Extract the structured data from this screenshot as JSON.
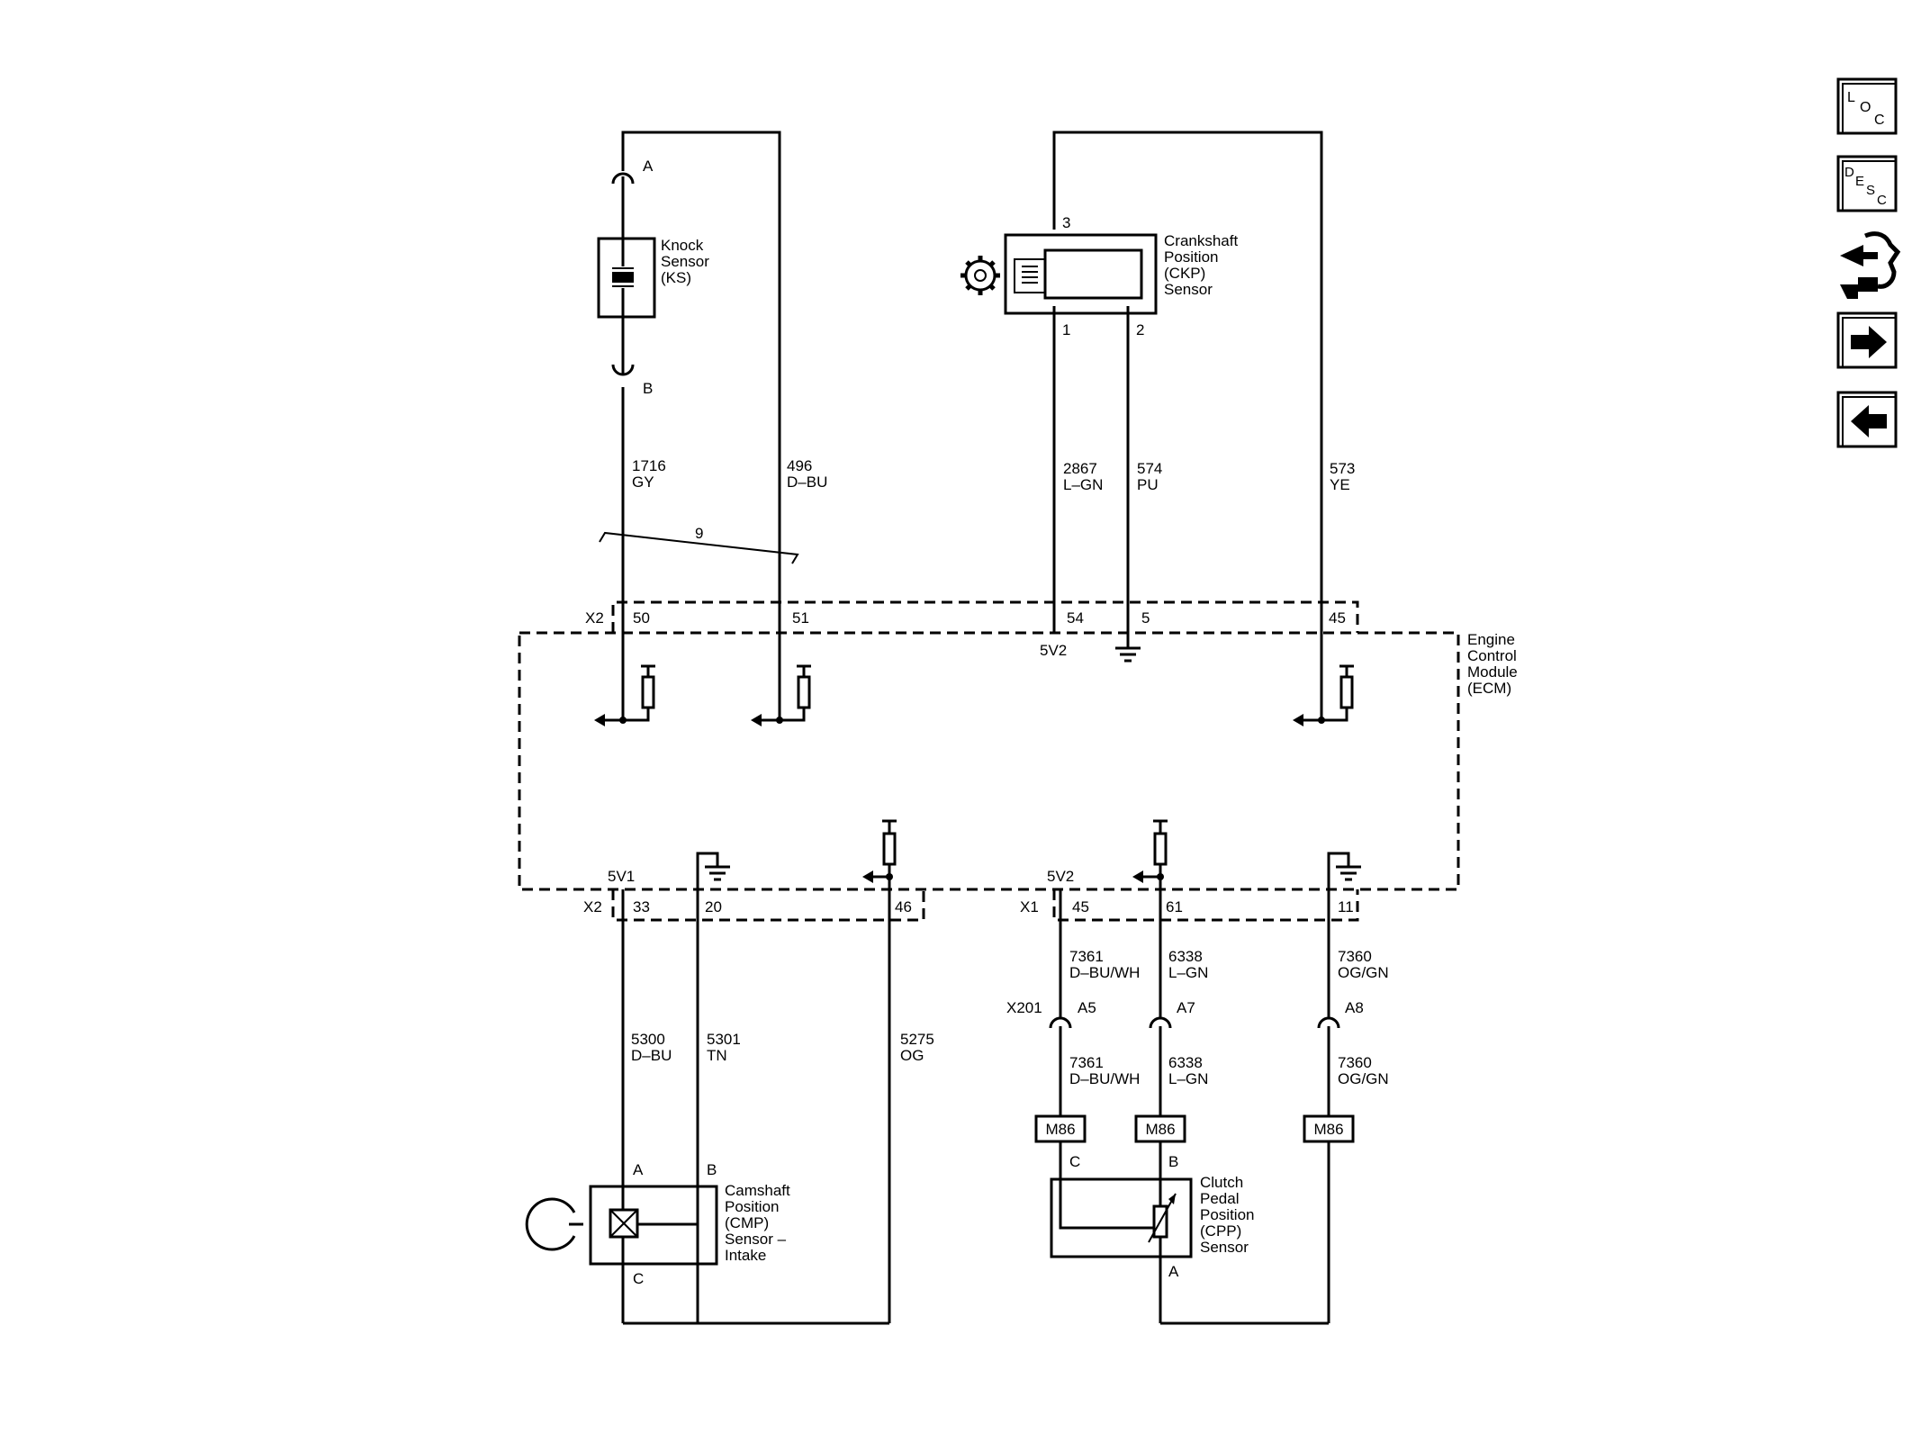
{
  "knock_sensor": {
    "name_lines": [
      "Knock",
      "Sensor",
      "(KS)"
    ],
    "pin_a": "A",
    "pin_b": "B"
  },
  "ckp_sensor": {
    "name_lines": [
      "Crankshaft",
      "Position",
      "(CKP)",
      "Sensor"
    ],
    "pin_3": "3",
    "pin_1": "1",
    "pin_2": "2"
  },
  "cmp_sensor": {
    "name_lines": [
      "Camshaft",
      "Position",
      "(CMP)",
      "Sensor –",
      "Intake"
    ],
    "pin_a": "A",
    "pin_b": "B",
    "pin_c": "C"
  },
  "cpp_sensor": {
    "name_lines": [
      "Clutch",
      "Pedal",
      "Position",
      "(CPP)",
      "Sensor"
    ],
    "pin_c": "C",
    "pin_b": "B",
    "pin_a": "A"
  },
  "ecm": {
    "name_lines": [
      "Engine",
      "Control",
      "Module",
      "(ECM)"
    ]
  },
  "upper_wires": [
    {
      "circuit": "1716",
      "color": "GY"
    },
    {
      "circuit": "496",
      "color": "D–BU"
    },
    {
      "circuit": "2867",
      "color": "L–GN"
    },
    {
      "circuit": "574",
      "color": "PU"
    },
    {
      "circuit": "573",
      "color": "YE"
    }
  ],
  "twist_label": "9",
  "x2_top": {
    "connector": "X2",
    "pins": [
      "50",
      "51",
      "54",
      "5",
      "45"
    ]
  },
  "ref_5v2_top": "5V2",
  "x2_bottom": {
    "connector": "X2",
    "ref": "5V1",
    "pins": [
      "33",
      "20",
      "46"
    ]
  },
  "x1_bottom": {
    "connector": "X1",
    "ref": "5V2",
    "pins": [
      "45",
      "61",
      "11"
    ]
  },
  "lower_left_wires": [
    {
      "circuit": "5300",
      "color": "D–BU"
    },
    {
      "circuit": "5301",
      "color": "TN"
    },
    {
      "circuit": "5275",
      "color": "OG"
    }
  ],
  "lower_right_wires_top": [
    {
      "circuit": "7361",
      "color": "D–BU/WH"
    },
    {
      "circuit": "6338",
      "color": "L–GN"
    },
    {
      "circuit": "7360",
      "color": "OG/GN"
    }
  ],
  "inline_connector": {
    "name": "X201",
    "pins": [
      "A5",
      "A7",
      "A8"
    ]
  },
  "lower_right_wires_bottom": [
    {
      "circuit": "7361",
      "color": "D–BU/WH"
    },
    {
      "circuit": "6338",
      "color": "L–GN"
    },
    {
      "circuit": "7360",
      "color": "OG/GN"
    }
  ],
  "splice_labels": [
    "M86",
    "M86",
    "M86"
  ],
  "nav": {
    "loc": [
      "L",
      "O",
      "C"
    ],
    "desc": [
      "D",
      "E",
      "S",
      "C"
    ]
  }
}
